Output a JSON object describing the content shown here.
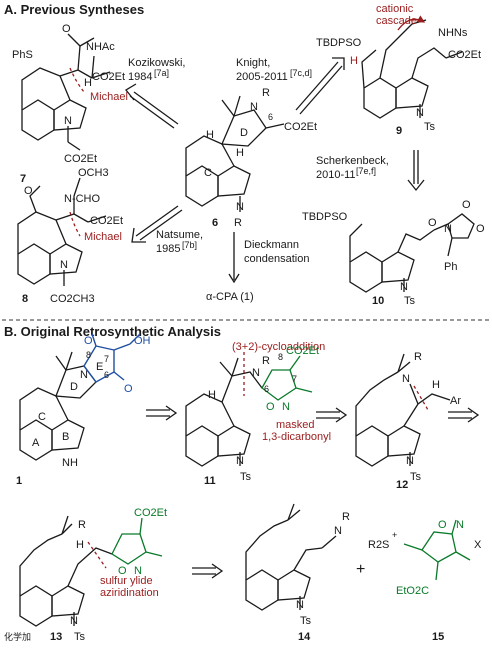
{
  "sections": {
    "a_title": "A. Previous Syntheses",
    "b_title": "B. Original Retrosynthetic Analysis"
  },
  "compounds": {
    "c7": "7",
    "c8": "8",
    "c6": "6",
    "c9": "9",
    "c10": "10",
    "c1": "1",
    "c11": "11",
    "c12": "12",
    "c13": "13",
    "c14": "14",
    "c15": "15"
  },
  "routes": {
    "kozikowski": "Kozikowski,",
    "kozikowski_year": "1984",
    "kozikowski_ref": "[7a]",
    "knight": "Knight,",
    "knight_year": "2005-2011",
    "knight_ref": "[7c,d]",
    "scherkenbeck": "Scherkenbeck,",
    "scherkenbeck_year": "2010-11",
    "scherkenbeck_ref": "[7e,f]",
    "natsume": "Natsume,",
    "natsume_year": "1985",
    "natsume_ref": "[7b]",
    "dieckmann_1": "Dieckmann",
    "dieckmann_2": "condensation"
  },
  "labels": {
    "michael": "Michael",
    "cationic_1": "cationic",
    "cationic_2": "cascade",
    "h_plus": "H",
    "target": "α-CPA (1)",
    "cycloaddition": "(3+2)-cycloaddition",
    "masked_1": "masked",
    "masked_2": "1,3-dicarbonyl",
    "ylide_1": "sulfur ylide",
    "ylide_2": "aziridination",
    "watermark": "化学加"
  },
  "atoms": {
    "phs": "PhS",
    "nhac": "NHAc",
    "co2et": "CO2Et",
    "n": "N",
    "h": "H",
    "r": "R",
    "ts": "Ts",
    "och3": "OCH3",
    "cho": "N-CHO",
    "co2ch3": "CO2CH3",
    "tbdpso": "TBDPSO",
    "nhns": "NHNs",
    "oh": "OH",
    "o": "O",
    "nh": "NH",
    "ph": "Ph",
    "ar": "Ar",
    "r2s": "R2S",
    "x": "X",
    "eto2c": "EtO2C"
  },
  "ring_labels": {
    "a": "A",
    "b": "B",
    "c": "C",
    "d": "D",
    "e": "E",
    "n6": "6",
    "n7": "7",
    "n8": "8"
  }
}
